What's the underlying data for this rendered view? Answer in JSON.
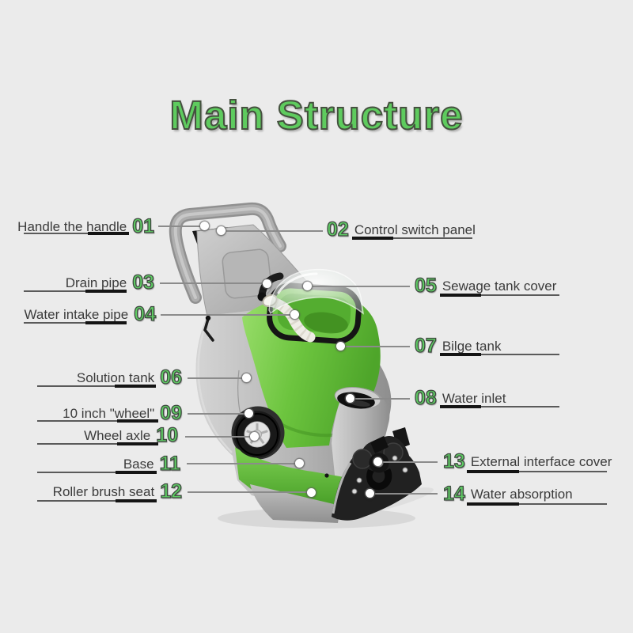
{
  "title": "Main Structure",
  "colors": {
    "background": "#ebebeb",
    "title_green": "#5ecb5e",
    "number_green": "#5ecb63",
    "label_text": "#3b3b3b",
    "leader_line": "#8b8b8b",
    "underline_thin": "#5a5a5a",
    "underline_thick": "#141414",
    "machine_green": "#6cc43e",
    "machine_gray": "#b3b3b3",
    "callout_dot": "#ffffff"
  },
  "machine": {
    "description": "carpet extractor cleaning machine, three-quarter view"
  },
  "callouts": {
    "left": [
      {
        "num": "01",
        "label": "Handle the handle"
      },
      {
        "num": "03",
        "label": "Drain pipe"
      },
      {
        "num": "04",
        "label": "Water intake pipe"
      },
      {
        "num": "06",
        "label": "Solution tank"
      },
      {
        "num": "09",
        "label": "10 inch \"wheel\""
      },
      {
        "num": "10",
        "label": "Wheel axle"
      },
      {
        "num": "11",
        "label": "Base"
      },
      {
        "num": "12",
        "label": "Roller brush seat"
      }
    ],
    "right": [
      {
        "num": "02",
        "label": "Control switch panel"
      },
      {
        "num": "05",
        "label": "Sewage tank cover"
      },
      {
        "num": "07",
        "label": "Bilge tank"
      },
      {
        "num": "08",
        "label": "Water inlet"
      },
      {
        "num": "13",
        "label": "External interface cover"
      },
      {
        "num": "14",
        "label": "Water absorption"
      }
    ]
  }
}
